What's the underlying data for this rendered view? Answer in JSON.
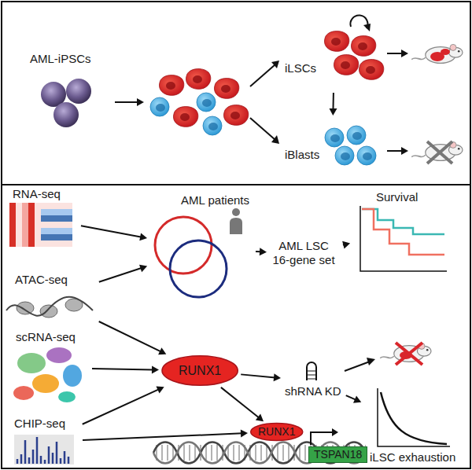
{
  "diagram": {
    "nodes": [
      {
        "text": [
          "AML-iPSCs"
        ]
      },
      {
        "text": [
          "iLSCs"
        ]
      },
      {
        "text": [
          "iBlasts"
        ]
      },
      {
        "text": [
          "RNA-seq"
        ]
      },
      {
        "text": [
          "ATAC-seq"
        ]
      },
      {
        "text": [
          "scRNA-seq"
        ]
      },
      {
        "text": [
          "CHIP-seq"
        ]
      },
      {
        "text": [
          "AML patients"
        ]
      },
      {
        "text": [
          "AML LSC 16-gene set"
        ]
      },
      {
        "text": [
          "Survival"
        ]
      },
      {
        "text": [
          "RUNX1"
        ]
      },
      {
        "text": [
          "shRNA KD"
        ]
      },
      {
        "text": [
          "iLSC exhaustion"
        ]
      },
      {
        "text": [
          "RUNX1"
        ]
      },
      {
        "text": [
          "TSPAN18"
        ]
      }
    ],
    "edges": [
      {
        "from": 1,
        "to": 2,
        "arrow": "to"
      },
      {
        "from": 3,
        "to": 7,
        "arrow": "to"
      },
      {
        "from": 4,
        "to": 7,
        "arrow": "to"
      },
      {
        "from": 4,
        "to": 10,
        "arrow": "to"
      },
      {
        "from": 5,
        "to": 10,
        "arrow": "to"
      },
      {
        "from": 6,
        "to": 10,
        "arrow": "to"
      },
      {
        "from": 6,
        "to": 13,
        "arrow": "to"
      },
      {
        "from": 7,
        "to": 8,
        "arrow": "to"
      },
      {
        "from": 8,
        "to": 9,
        "arrow": "to"
      },
      {
        "from": 10,
        "to": 11,
        "arrow": "to"
      },
      {
        "from": 10,
        "to": 13,
        "arrow": "to"
      },
      {
        "from": 11,
        "to": 12,
        "arrow": "to"
      }
    ]
  }
}
